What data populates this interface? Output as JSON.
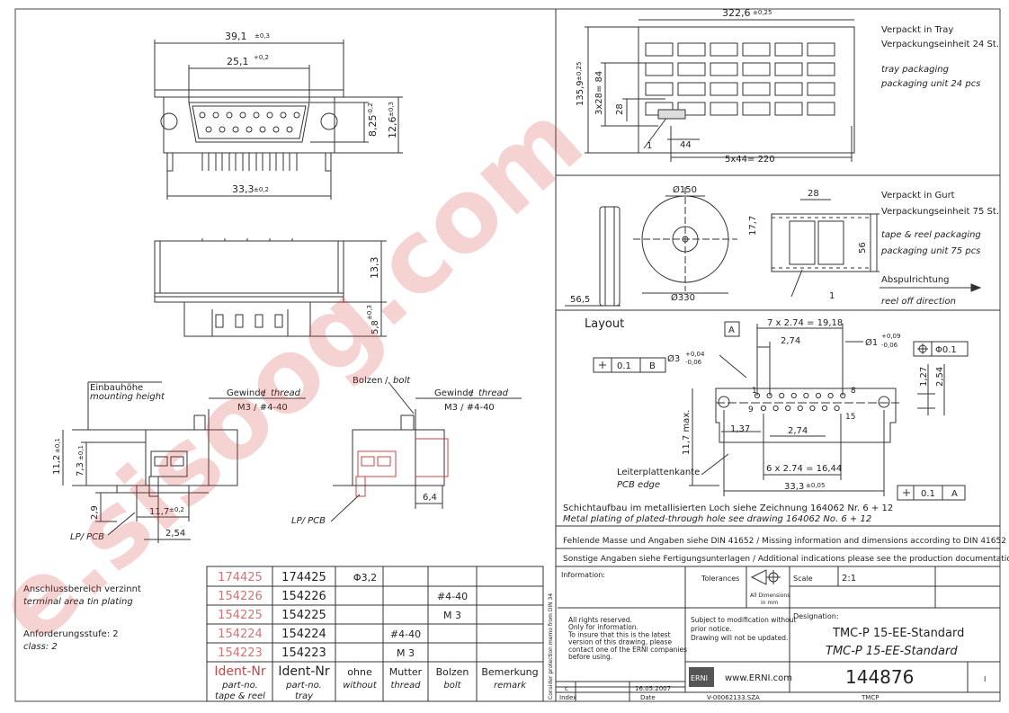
{
  "front_view": {
    "dim_total": "39,1",
    "dim_total_tol": "±0,3",
    "dim_inner": "25,1",
    "dim_inner_tol": "+0,2",
    "dim_bottom": "33,3",
    "dim_bottom_tol": "±0,2",
    "dim_h1": "8,25",
    "dim_h1_tol": "-0,2",
    "dim_h2": "12,6",
    "dim_h2_tol": "±0,3"
  },
  "side_view": {
    "dim_h": "13,3",
    "dim_pin": "5,8",
    "dim_pin_tol": "±0,3"
  },
  "detail_left": {
    "label_de": "Einbauhöhe",
    "label_en": "mounting height",
    "thread_de": "Gewinde",
    "thread_en": "thread",
    "thread_val": "M3  /  #4-40",
    "dim_11_2": "11,2",
    "dim_11_2_tol": "±0,1",
    "dim_7_3": "7,3",
    "dim_7_3_tol": "±0,1",
    "dim_2_9": "2,9",
    "dim_11_7": "11,7",
    "dim_11_7_tol": "±0,2",
    "dim_2_54": "2,54",
    "lp_pcb": "LP/ PCB"
  },
  "detail_right": {
    "bolt_de": "Bolzen",
    "bolt_en": "bolt",
    "thread_de": "Gewinde",
    "thread_en": "thread",
    "thread_val": "M3  /  #4-40",
    "dim_6_4": "6,4",
    "lp_pcb": "LP/ PCB"
  },
  "notes": {
    "area_de": "Anschlussbereich verzinnt",
    "area_en": "terminal area tin plating",
    "class_de": "Anforderungsstufe: 2",
    "class_en": "class: 2"
  },
  "parts_table": {
    "rows": [
      {
        "ident": "174425",
        "c1": "Φ3,2",
        "c2": "",
        "c3": "",
        "c4": ""
      },
      {
        "ident": "154226",
        "c1": "",
        "c2": "",
        "c3": "#4-40",
        "c4": ""
      },
      {
        "ident": "154225",
        "c1": "",
        "c2": "",
        "c3": "M 3",
        "c4": ""
      },
      {
        "ident": "154224",
        "c1": "",
        "c2": "#4-40",
        "c3": "",
        "c4": ""
      },
      {
        "ident": "154223",
        "c1": "",
        "c2": "M 3",
        "c3": "",
        "c4": ""
      }
    ],
    "headers": [
      {
        "de": "Ident-Nr",
        "en1": "part-no.",
        "en2": "tape & reel"
      },
      {
        "de": "Ident-Nr",
        "en1": "part-no.",
        "en2": "tray"
      },
      {
        "de": "ohne",
        "en1": "without",
        "en2": ""
      },
      {
        "de": "Mutter",
        "en1": "thread",
        "en2": ""
      },
      {
        "de": "Bolzen",
        "en1": "bolt",
        "en2": ""
      },
      {
        "de": "Bemerkung",
        "en1": "remark",
        "en2": ""
      }
    ]
  },
  "tray": {
    "dim_w": "322,6",
    "dim_w_tol": "±0,25",
    "dim_h": "135,9",
    "dim_h_tol": "±0,25",
    "dim_3x28": "3x28= 84",
    "dim_28": "28",
    "dim_44": "44",
    "dim_5x44": "5x44= 220",
    "callout": "1",
    "de1": "Verpackt in Tray",
    "de2": "Verpackungseinheit 24 St.",
    "en1": "tray packaging",
    "en2": "packaging unit 24 pcs"
  },
  "reel": {
    "dim_150": "Ø150",
    "dim_330": "Ø330",
    "dim_56_5": "56,5",
    "dim_17_7": "17,7",
    "dim_28": "28",
    "dim_56": "56",
    "callout": "1",
    "de1": "Verpackt in Gurt",
    "de2": "Verpackungseinheit 75 St.",
    "en1": "tape & reel packaging",
    "en2": "packaging unit 75 pcs",
    "dir_de": "Abspulrichtung",
    "dir_en": "reel off direction"
  },
  "layout": {
    "title": "Layout",
    "ref_a": "A",
    "ref_b": "B",
    "dim_19_18": "7 x 2.74 = 19,18",
    "dim_2_74_top": "2,74",
    "hole1": "Ø1",
    "hole1_tol_p": "+0,09",
    "hole1_tol_m": "-0,06",
    "hole3": "Ø3",
    "hole3_tol_p": "+0,04",
    "hole3_tol_m": "-0,06",
    "tol_01": "0.1",
    "tol_phi01": "Φ0.1",
    "dim_1_27": "1,27",
    "dim_2_54": "2,54",
    "dim_1_37": "1,37",
    "dim_2_74_mid": "2,74",
    "dim_11_7": "11,7 max.",
    "pin1": "1",
    "pin8": "8",
    "pin9": "9",
    "pin15": "15",
    "edge_de": "Leiterplattenkante",
    "edge_en": "PCB edge",
    "dim_16_44": "6 x 2.74 = 16,44",
    "dim_33_3": "33,3",
    "dim_33_3_tol": "±0,05",
    "note_de": "Schichtaufbau im metallisierten Loch siehe Zeichnung 164062 Nr. 6 + 12",
    "note_en": "Metal plating of plated-through hole see drawing 164062 No. 6 + 12"
  },
  "title_block": {
    "missing": "Fehlende Masse und Angaben siehe DIN 41652 / Missing information and dimensions according to DIN 41652",
    "other": "Sonstige Angaben siehe Fertigungsunterlagen / Additional indications please see the production documentation",
    "information": "Information:",
    "tolerances": "Tolerances",
    "all_dims": "All Dimensions",
    "in_mm": "in mm",
    "scale_label": "Scale",
    "scale": "2:1",
    "designation_label": "Designation:",
    "designation1": "TMC-P  15-EE-Standard",
    "designation2": "TMC-P  15-EE-Standard",
    "rights": [
      "All rights reserved.",
      "Only for information.",
      "To insure that this is the latest",
      "version of this drawing, please",
      "contact one of the ERNI companies",
      "before using."
    ],
    "subject": [
      "Subject to modification without",
      "prior notice.",
      "Drawing will not be updated."
    ],
    "side_note": "Consider protection memo from DIN 34",
    "logo": "ERNI",
    "web": "www.ERNI.com",
    "number": "144876",
    "sheet": "I",
    "index_c": "c",
    "date": "16.05.2007",
    "index_label": "Index",
    "date_label": "Date",
    "vref": "V-00062133.SZA",
    "tmcp": "TMCP"
  },
  "watermark": "e.sisoog.com"
}
